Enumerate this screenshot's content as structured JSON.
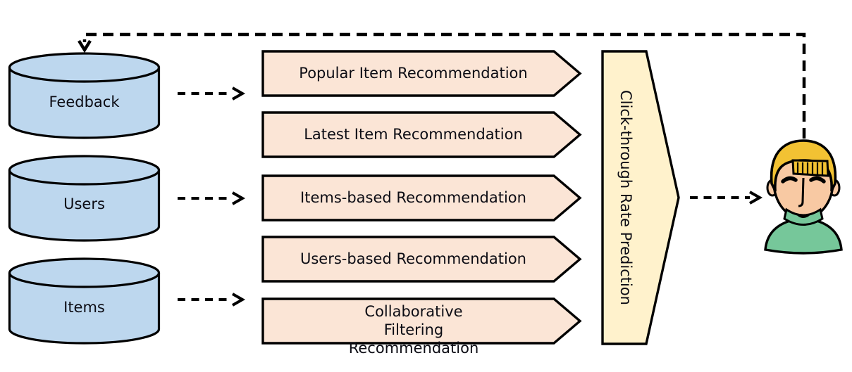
{
  "databases": [
    {
      "label": "Feedback"
    },
    {
      "label": "Users"
    },
    {
      "label": "Items"
    }
  ],
  "processes": [
    {
      "label": "Popular Item Recommendation"
    },
    {
      "label": "Latest Item Recommendation"
    },
    {
      "label": "Items-based Recommendation"
    },
    {
      "label": "Users-based Recommendation"
    },
    {
      "label": "Collaborative Filtering Recommendation"
    }
  ],
  "aggregator": {
    "label": "Click-through Rate Prediction"
  },
  "person": {
    "icon": "person-icon"
  },
  "connections": [
    {
      "from": "Feedback",
      "to": "processes",
      "style": "dashed-arrow"
    },
    {
      "from": "Users",
      "to": "processes",
      "style": "dashed-arrow"
    },
    {
      "from": "Items",
      "to": "processes",
      "style": "dashed-arrow"
    },
    {
      "from": "Click-through Rate Prediction",
      "to": "person",
      "style": "dashed-arrow"
    },
    {
      "from": "person",
      "to": "Feedback",
      "style": "dashed-arrow-feedback-loop"
    }
  ],
  "colors": {
    "database_fill": "#BDD7EE",
    "process_fill": "#FBE5D6",
    "aggregator_fill": "#FFF2CC",
    "outline": "#000000",
    "hair": "#F2C233",
    "skin": "#F8C9A3",
    "shirt": "#76C79A"
  }
}
